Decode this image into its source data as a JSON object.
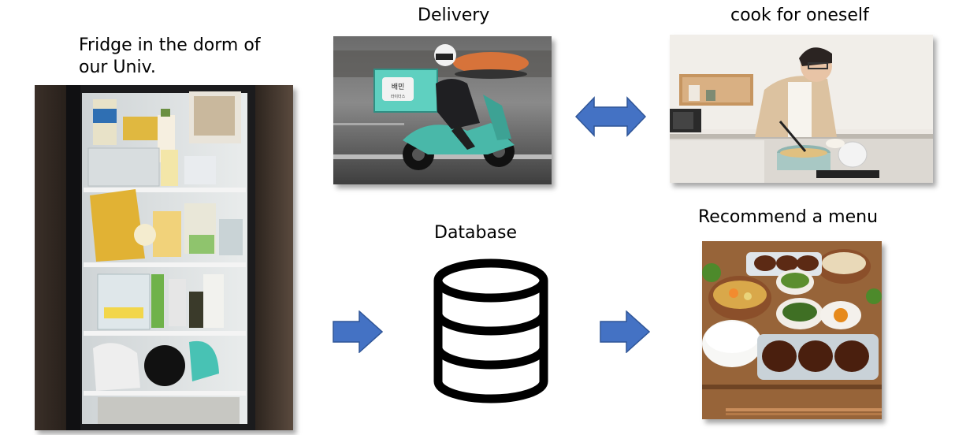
{
  "labels": {
    "fridge": [
      "Fridge in the dorm of",
      "our Univ."
    ],
    "delivery": "Delivery",
    "cook": "cook for oneself",
    "database": "Database",
    "recommend": "Recommend a menu"
  },
  "images": {
    "fridge": "dorm-fridge-photo",
    "delivery": "delivery-scooter-photo",
    "cook": "person-cooking-photo",
    "meal": "recommended-meal-photo"
  },
  "icons": {
    "database": "database-icon",
    "bidirectional": "double-arrow-icon",
    "right_arrow": "right-arrow-icon"
  },
  "colors": {
    "arrow": "#4472C4",
    "arrow_stroke": "#2F5597",
    "db_icon": "#000000"
  },
  "scooter_box_text": [
    "배민",
    "라이더스"
  ]
}
